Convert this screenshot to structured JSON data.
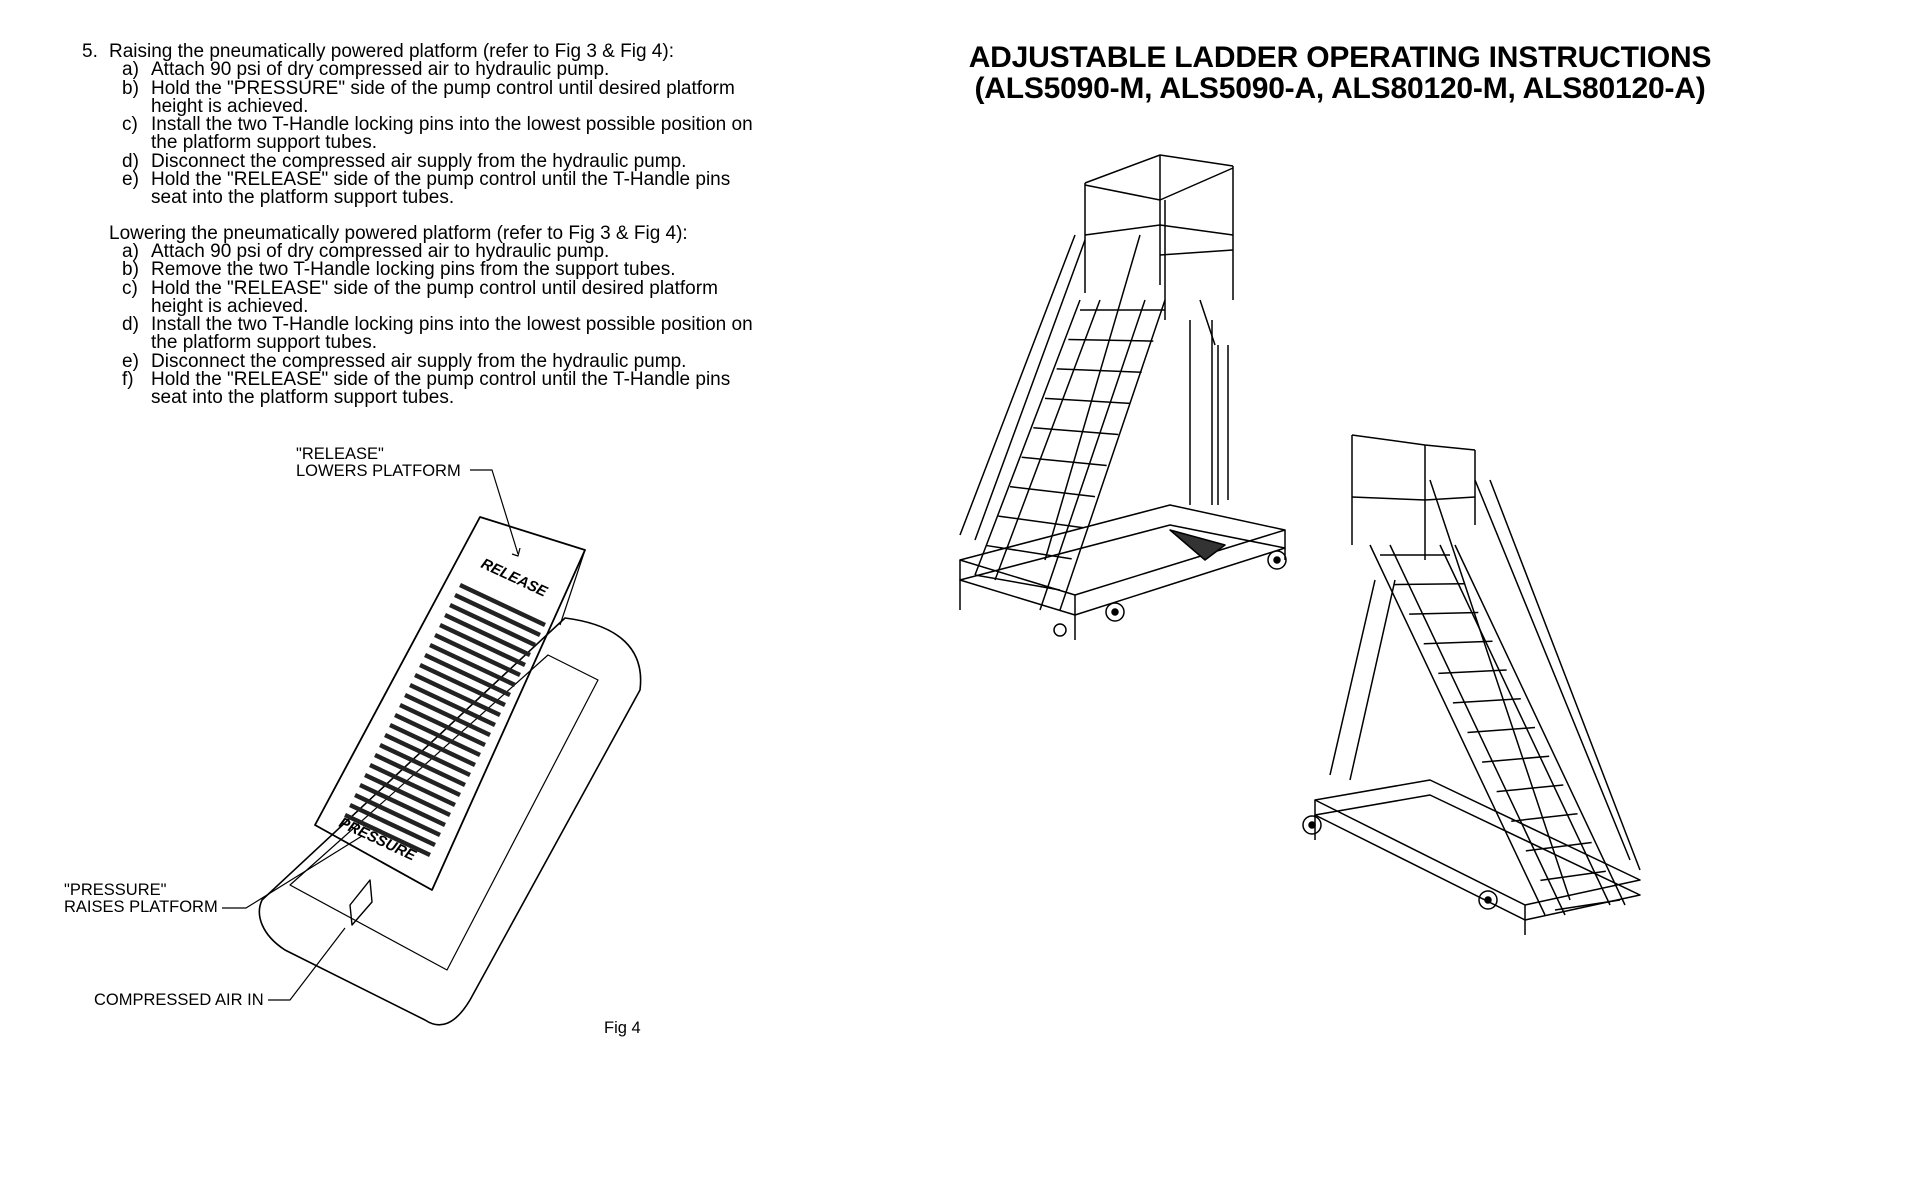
{
  "section": {
    "raising": {
      "number": "5.",
      "heading": "Raising the pneumatically powered platform (refer to Fig 3 & Fig 4):",
      "steps": [
        {
          "label": "a)",
          "text": "Attach 90 psi of dry compressed air to hydraulic pump."
        },
        {
          "label": "b)",
          "text": "Hold the \"PRESSURE\" side of the pump control until desired platform height is achieved."
        },
        {
          "label": "c)",
          "text": "Install the two T-Handle locking pins into the lowest possible position on the platform support tubes."
        },
        {
          "label": "d)",
          "text": "Disconnect the compressed air supply from the hydraulic pump."
        },
        {
          "label": "e)",
          "text": "Hold the \"RELEASE\" side of the pump control until the T-Handle pins seat into the platform support tubes."
        }
      ]
    },
    "lowering": {
      "heading": "Lowering the pneumatically powered platform (refer to Fig 3 & Fig 4):",
      "steps": [
        {
          "label": "a)",
          "text": "Attach 90 psi of dry compressed air to hydraulic pump."
        },
        {
          "label": "b)",
          "text": "Remove the two T-Handle locking pins from the support tubes."
        },
        {
          "label": "c)",
          "text": "Hold the \"RELEASE\" side of the pump control until desired platform height is achieved."
        },
        {
          "label": "d)",
          "text": "Install the two T-Handle locking pins into the lowest possible position on the platform support tubes."
        },
        {
          "label": "e)",
          "text": "Disconnect the compressed air supply from the hydraulic pump."
        },
        {
          "label": "f)",
          "text": "Hold the \"RELEASE\" side of the pump control until the T-Handle pins seat into the platform support tubes."
        }
      ]
    }
  },
  "title": {
    "line1": "ADJUSTABLE LADDER OPERATING INSTRUCTIONS",
    "line2": "(ALS5090-M, ALS5090-A, ALS80120-M, ALS80120-A)"
  },
  "figure": {
    "caption": "Fig 4",
    "release_label_1": "\"RELEASE\"",
    "release_label_2": "LOWERS PLATFORM",
    "pressure_label_1": "\"PRESSURE\"",
    "pressure_label_2": "RAISES PLATFORM",
    "air_label": "COMPRESSED AIR IN",
    "pedal_release_text": "RELEASE",
    "pedal_pressure_text": "PRESSURE"
  }
}
